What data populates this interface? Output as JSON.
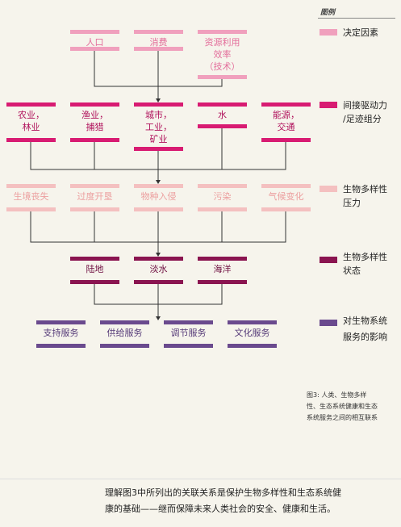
{
  "colors": {
    "decisive": "#f0a0bd",
    "decisive_text": "#e36d9a",
    "indirect": "#d81b72",
    "indirect_text": "#b0125c",
    "pressure": "#f4c0c0",
    "pressure_text": "#ec9f9f",
    "state": "#8a1450",
    "state_text": "#6e0e40",
    "services": "#6a4a8e",
    "services_text": "#553a78",
    "line": "#333333",
    "background": "#f6f4ec"
  },
  "legend": {
    "title": "图例",
    "items": [
      {
        "label": "决定因素",
        "color_key": "decisive"
      },
      {
        "label": "间接驱动力\n/足迹组分",
        "color_key": "indirect"
      },
      {
        "label": "生物多样性\n压力",
        "color_key": "pressure"
      },
      {
        "label": "生物多样性\n状态",
        "color_key": "state"
      },
      {
        "label": "对生物系统\n服务的影响",
        "color_key": "services"
      }
    ]
  },
  "rows": {
    "decisive": [
      "人口",
      "消费",
      "资源利用\n效率\n（技术）"
    ],
    "indirect": [
      "农业，\n林业",
      "渔业，\n捕猎",
      "城市，\n工业，\n矿业",
      "水",
      "能源，\n交通"
    ],
    "pressure": [
      "生境丧失",
      "过度开垦",
      "物种入侵",
      "污染",
      "气候变化"
    ],
    "state": [
      "陆地",
      "淡水",
      "海洋"
    ],
    "services": [
      "支持服务",
      "供给服务",
      "调节服务",
      "文化服务"
    ]
  },
  "caption": "图3: 人类、生物多样\n性、生态系统健康和生态\n系统服务之间的相互联系",
  "footer": "理解图3中所列出的关联关系是保护生物多样性和生态系统健\n康的基础——继而保障未来人类社会的安全、健康和生活。"
}
